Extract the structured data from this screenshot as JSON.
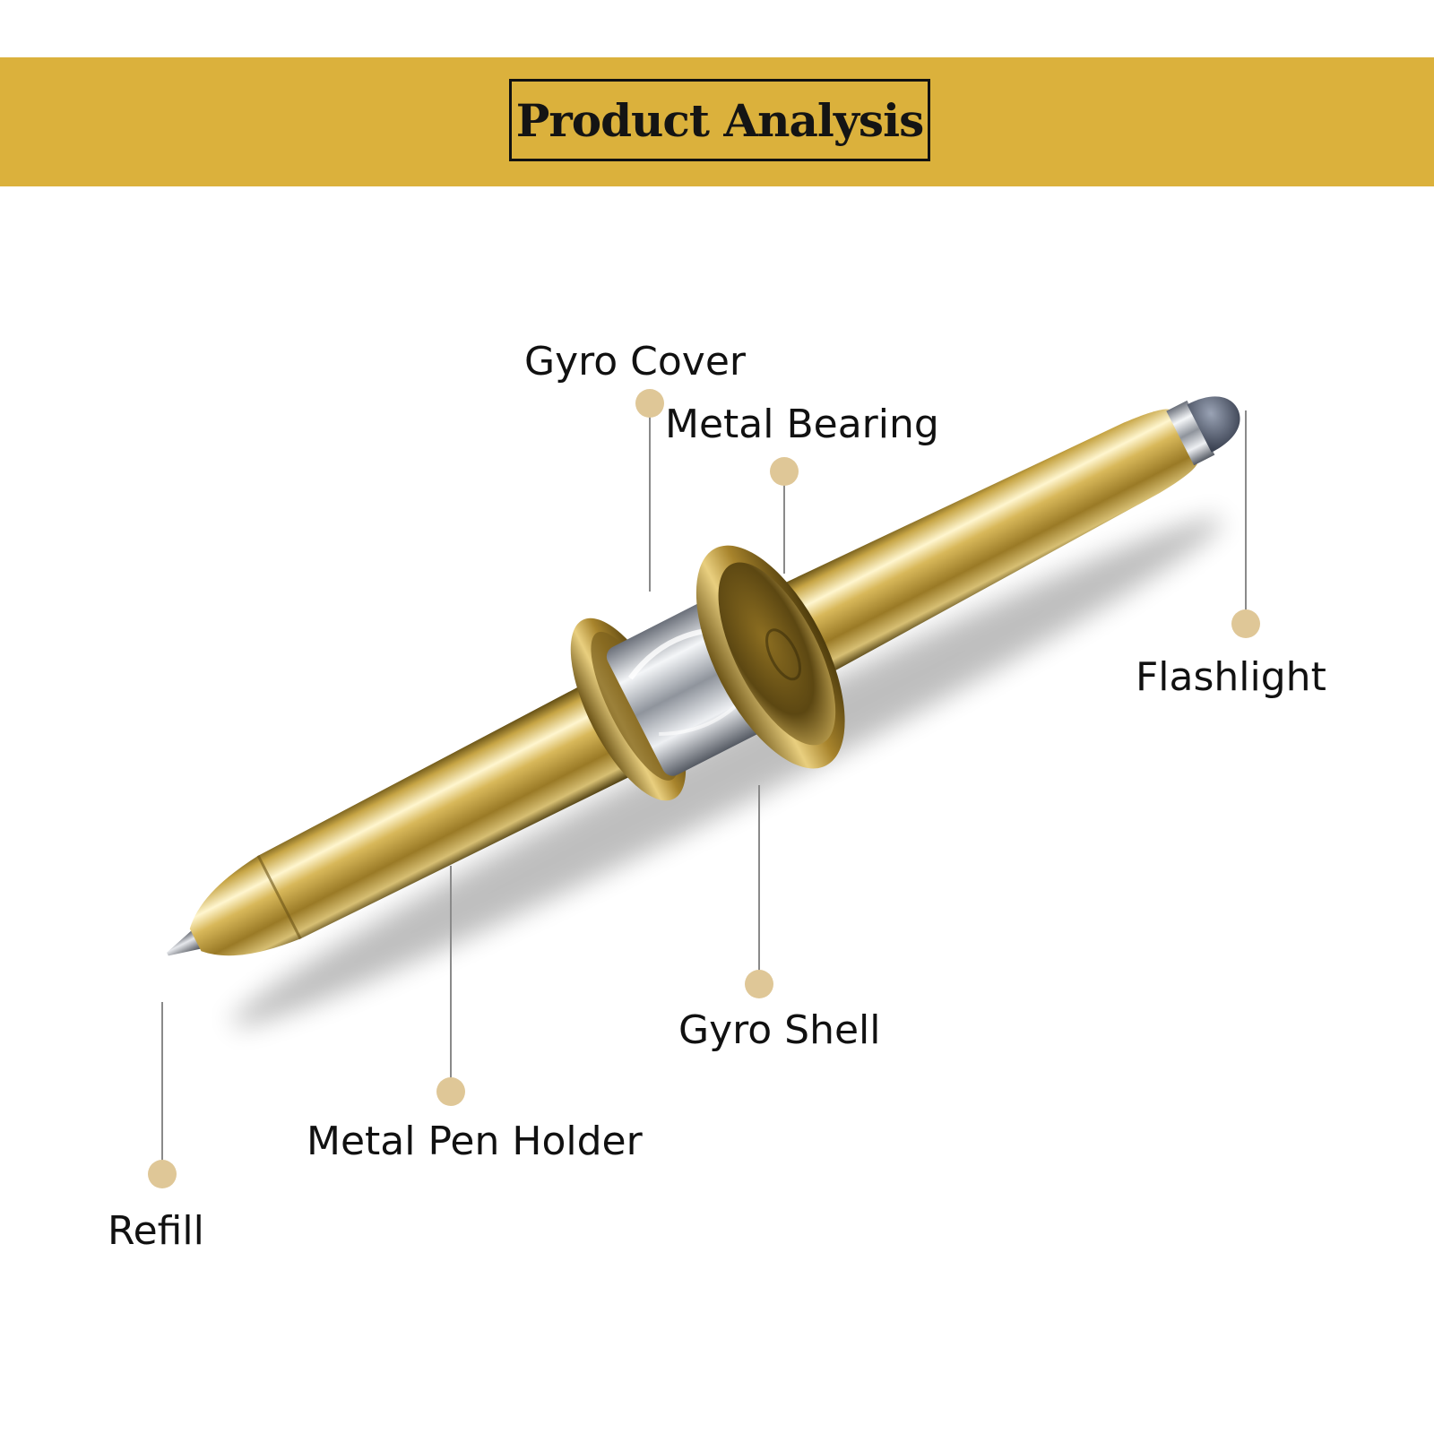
{
  "header": {
    "title": "Product Analysis"
  },
  "colors": {
    "banner": "#dbb13c",
    "dot": "#dfc797",
    "leader": "#8a8a8a",
    "gold": "#c9a642",
    "chrome": "#c8ccd2"
  },
  "parts": [
    {
      "id": "gyro-cover",
      "label": "Gyro Cover"
    },
    {
      "id": "metal-bearing",
      "label": "Metal Bearing"
    },
    {
      "id": "flashlight",
      "label": "Flashlight"
    },
    {
      "id": "gyro-shell",
      "label": "Gyro Shell"
    },
    {
      "id": "metal-pen-holder",
      "label": "Metal Pen Holder"
    },
    {
      "id": "refill",
      "label": "Refill"
    }
  ]
}
